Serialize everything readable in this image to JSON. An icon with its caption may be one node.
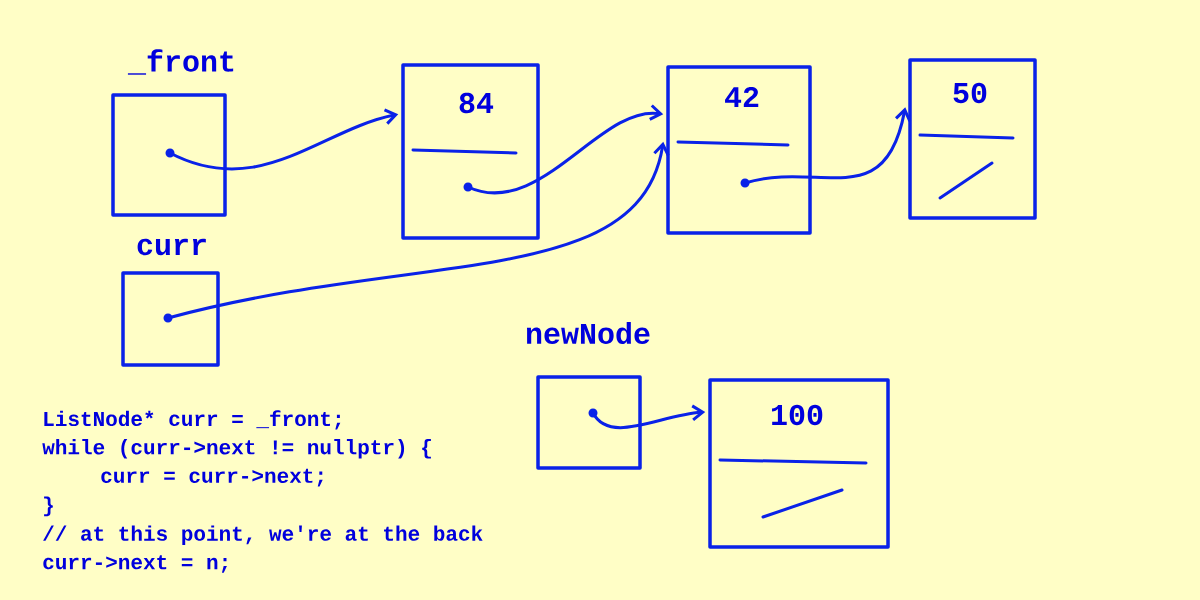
{
  "diagram": {
    "nodes": [
      {
        "text": [
          "_front"
        ]
      },
      {
        "text": [
          "84"
        ]
      },
      {
        "text": [
          "42"
        ]
      },
      {
        "text": [
          "50"
        ]
      },
      {
        "text": [
          "curr"
        ]
      },
      {
        "text": [
          "newNode"
        ]
      },
      {
        "text": [
          "100"
        ]
      }
    ],
    "edges": [
      {
        "from": 0,
        "to": 1,
        "arrow": "to"
      },
      {
        "from": 1,
        "to": 2,
        "arrow": "to"
      },
      {
        "from": 2,
        "to": 3,
        "arrow": "to"
      },
      {
        "from": 4,
        "to": 2,
        "arrow": "to"
      },
      {
        "from": 5,
        "to": 6,
        "arrow": "to"
      }
    ],
    "labels": [
      "ListNode* curr = _front;",
      "while (curr->next != nullptr) {",
      "curr = curr->next;",
      "}",
      "// at this point, we're at the back",
      "curr->next = n;"
    ]
  }
}
